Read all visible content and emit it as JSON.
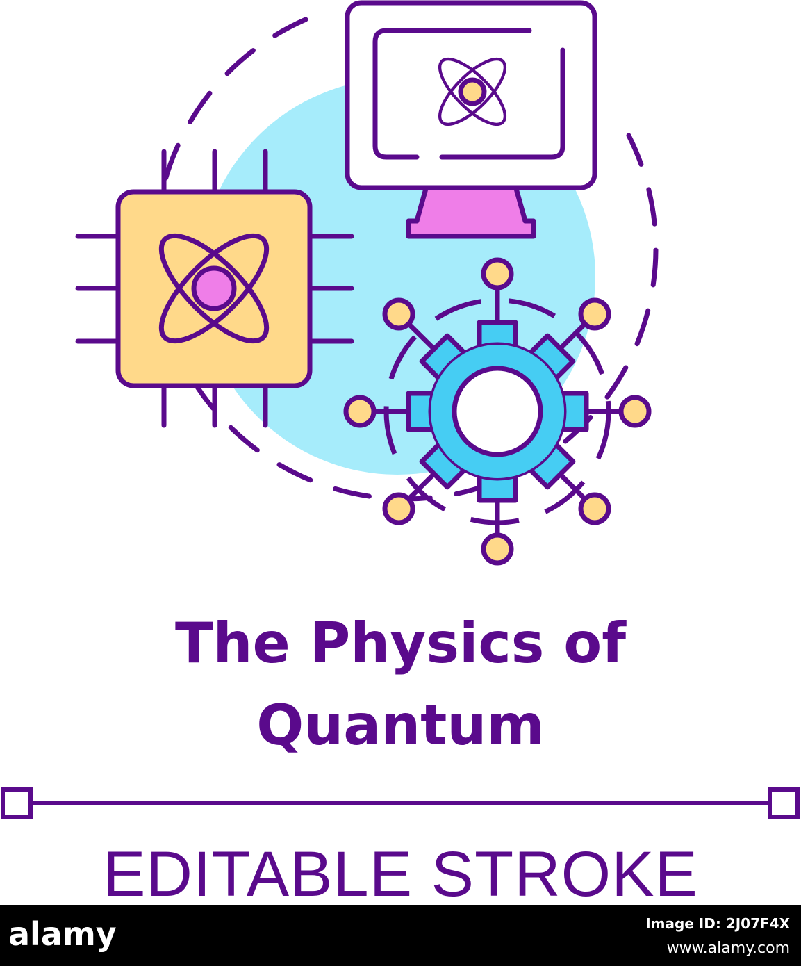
{
  "title_line_1": "The Physics of",
  "title_line_2": "Quantum",
  "subtitle": "EDITABLE STROKE",
  "footer": {
    "logo": "alamy",
    "image_id_label": "Image ID: 2J07F4X",
    "url": "www.alamy.com"
  },
  "colors": {
    "outline": "#5a0a8c",
    "chip_fill": "#ffd98a",
    "nucleus_fill": "#ef7ee8",
    "backdrop": "#a6ecfb",
    "gear_fill": "#46cdf3",
    "node_fill": "#ffd98a"
  }
}
